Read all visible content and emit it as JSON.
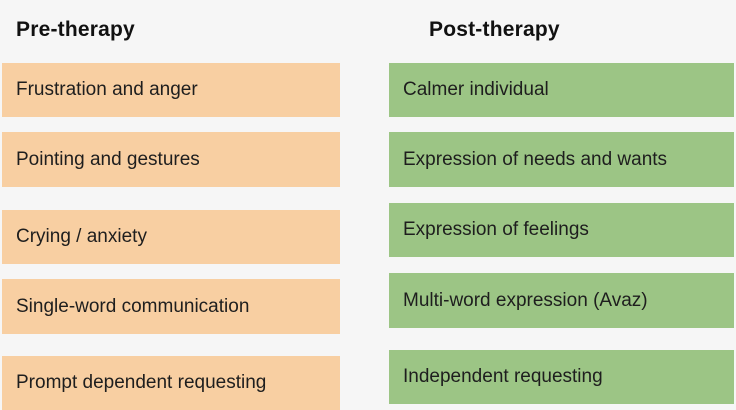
{
  "headings": {
    "pre": "Pre-therapy",
    "post": "Post-therapy"
  },
  "pre_therapy": [
    "Frustration and anger",
    "Pointing and gestures",
    "Crying / anxiety",
    "Single-word communication",
    "Prompt dependent requesting"
  ],
  "post_therapy": [
    "Calmer individual",
    "Expression of needs and wants",
    "Expression of feelings",
    "Multi-word expression (Avaz)",
    "Independent requesting"
  ],
  "colors": {
    "pre_box": "#f8cfa2",
    "post_box": "#9cc585",
    "background": "#f6f6f6"
  }
}
